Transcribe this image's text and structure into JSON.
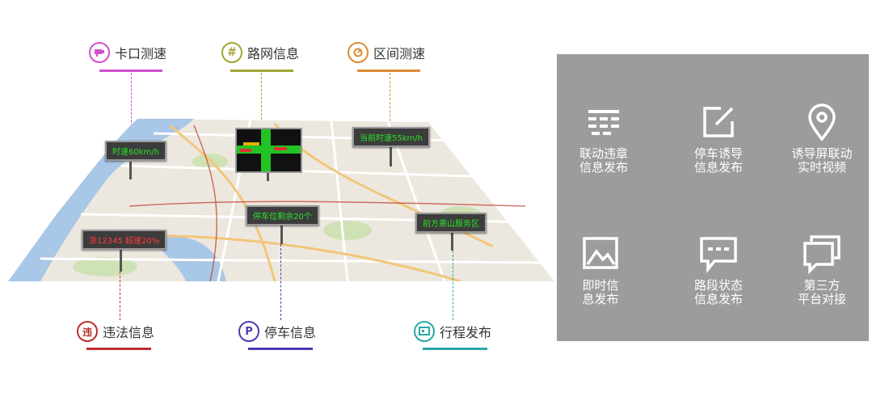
{
  "top_labels": [
    {
      "text": "卡口测速",
      "color": "#d04fcf",
      "icon": "camera-icon"
    },
    {
      "text": "路网信息",
      "color": "#a2a533",
      "icon": "network-icon"
    },
    {
      "text": "区间测速",
      "color": "#dc8a31",
      "icon": "speed-icon"
    }
  ],
  "bottom_labels": [
    {
      "text": "违法信息",
      "color": "#bd2e2e",
      "icon": "violation-icon",
      "glyph": "违"
    },
    {
      "text": "停车信息",
      "color": "#4a3bb6",
      "icon": "parking-icon",
      "glyph": "P"
    },
    {
      "text": "行程发布",
      "color": "#2aa6a8",
      "icon": "travel-icon"
    }
  ],
  "signs": {
    "speed": "时速60km/h",
    "current_speed": "当前时速55km/h",
    "parking_left": "停车位剩余20个",
    "service_area": "前方萧山服务区",
    "violation": "浙12345 超速20%"
  },
  "panel": {
    "features": [
      {
        "label": "联动违章\n信息发布",
        "icon": "list-icon"
      },
      {
        "label": "停车诱导\n信息发布",
        "icon": "edit-icon"
      },
      {
        "label": "诱导屏联动\n实时视频",
        "icon": "location-pin-icon"
      },
      {
        "label": "即时信\n息发布",
        "icon": "image-icon"
      },
      {
        "label": "路段状态\n信息发布",
        "icon": "message-icon"
      },
      {
        "label": "第三方\n平台对接",
        "icon": "chat-stack-icon"
      }
    ]
  },
  "colors": {
    "panel_bg": "#9c9c9c",
    "led_green": "#27e327",
    "led_red": "#ff3b3b"
  }
}
